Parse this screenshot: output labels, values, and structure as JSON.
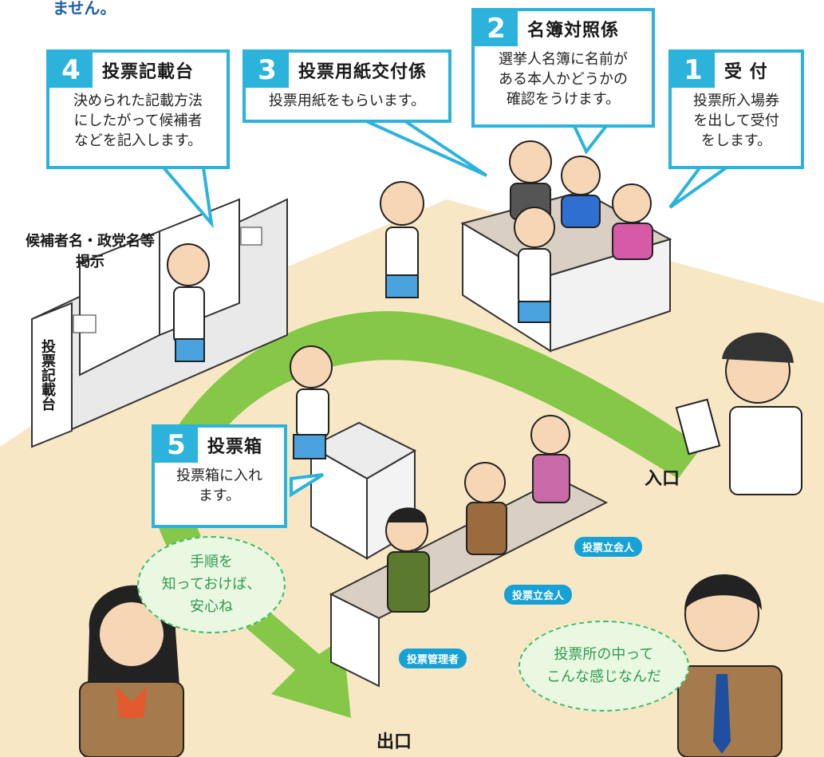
{
  "top_fragment": "ません。",
  "steps": [
    {
      "num": "4",
      "title": "投票記載台",
      "lines": [
        "決められた記載方法",
        "にしたがって候補者",
        "などを記入します。"
      ]
    },
    {
      "num": "3",
      "title": "投票用紙交付係",
      "lines": [
        "投票用紙をもらいます。"
      ]
    },
    {
      "num": "2",
      "title": "名簿対照係",
      "lines": [
        "選挙人名簿に名前が",
        "ある本人かどうかの",
        "確認をうけます。"
      ]
    },
    {
      "num": "1",
      "title": "受 付",
      "lines": [
        "投票所入場券",
        "を出して受付",
        "をします。"
      ]
    },
    {
      "num": "5",
      "title": "投票箱",
      "lines": [
        "投票箱に入れ",
        "ます。"
      ]
    }
  ],
  "labels": {
    "candidate_board_1": "候補者名・政党名等",
    "candidate_board_2": "掲示",
    "booth_vertical": "投票記載台",
    "entrance": "入口",
    "exit": "出口",
    "witness_1": "投票立会人",
    "witness_2": "投票立会人",
    "manager": "投票管理者"
  },
  "bubbles": {
    "left": [
      "手順を",
      "知っておけば、",
      "安心ね"
    ],
    "right": [
      "投票所の中って",
      "こんな感じなんだ"
    ]
  },
  "colors": {
    "accent": "#2bb3dc",
    "floor": "#f8e7c5",
    "path": "#7ec540",
    "bubble_text": "#2e9c50"
  }
}
